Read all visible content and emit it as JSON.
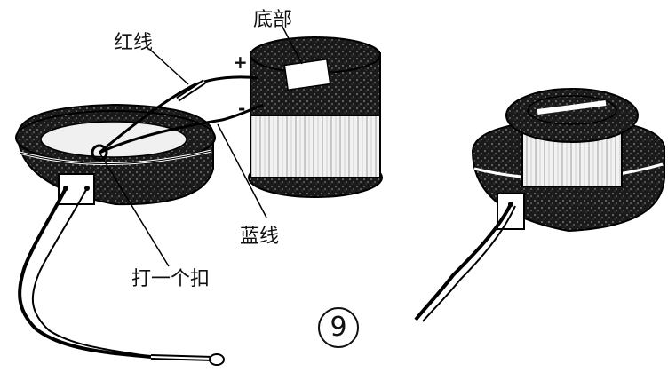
{
  "labels": {
    "bottom": "底部",
    "red_wire": "红线",
    "blue_wire": "蓝线",
    "tie_knot": "打一个扣",
    "plus": "+",
    "minus": "-"
  },
  "step_number": "9"
}
